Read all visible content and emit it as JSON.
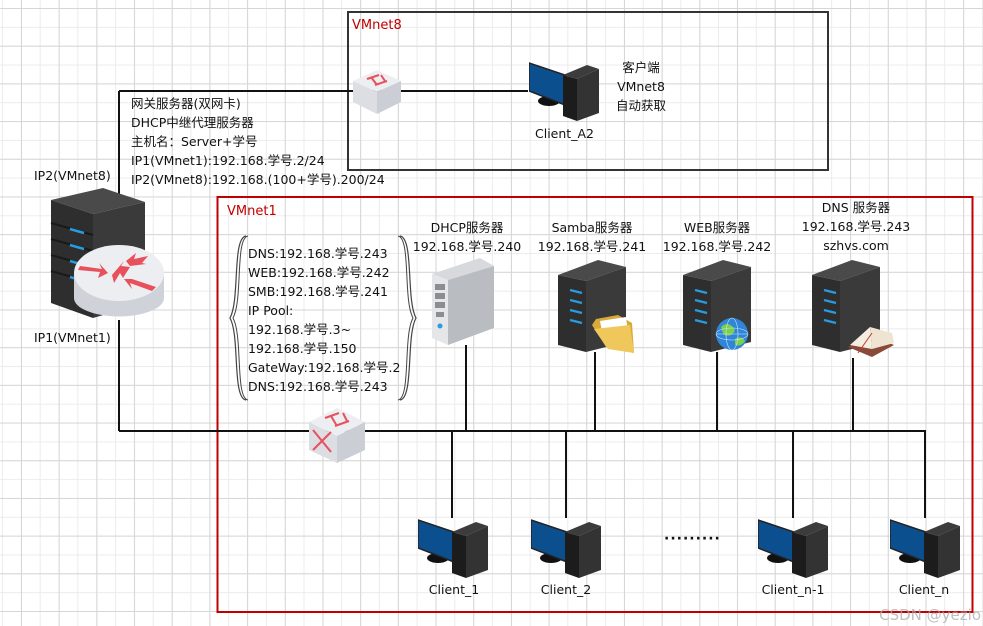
{
  "zones": {
    "vmnet8": {
      "label": "VMnet8",
      "border_color": "#333333",
      "label_color": "#c00000"
    },
    "vmnet1": {
      "label": "VMnet1",
      "border_color": "#c00000",
      "label_color": "#c00000"
    }
  },
  "gateway": {
    "lines": [
      "网关服务器(双网卡)",
      "DHCP中继代理服务器",
      "主机名：Server+学号",
      "IP1(VMnet1):192.168.学号.2/24",
      "IP2(VMnet8):192.168.(100+学号).200/24"
    ],
    "ip2_label": "IP2(VMnet8)",
    "ip1_label": "IP1(VMnet1)"
  },
  "client_a2": {
    "name": "Client_A2",
    "note": [
      "客户端",
      "VMnet8",
      "自动获取"
    ]
  },
  "dhcp_config": {
    "lines": [
      "DNS:192.168.学号.243",
      "WEB:192.168.学号.242",
      "SMB:192.168.学号.241",
      "IP Pool:",
      "192.168.学号.3~",
      "192.168.学号.150",
      "GateWay:192.168.学号.2",
      "DNS:192.168.学号.243"
    ]
  },
  "servers": [
    {
      "title": "DHCP服务器",
      "ip": "192.168.学号.240",
      "icon": "dhcp-server-icon"
    },
    {
      "title": "Samba服务器",
      "ip": "192.168.学号.241",
      "icon": "samba-server-icon"
    },
    {
      "title": "WEB服务器",
      "ip": "192.168.学号.242",
      "icon": "web-server-icon"
    },
    {
      "title": "DNS 服务器",
      "ip": "192.168.学号.243",
      "domain": "szhvs.com",
      "icon": "dns-server-icon"
    }
  ],
  "clients": [
    {
      "name": "Client_1"
    },
    {
      "name": "Client_2"
    },
    {
      "name": "Client_n-1"
    },
    {
      "name": "Client_n"
    }
  ],
  "ellipsis": "·········",
  "watermark": "CSDN @yezio",
  "colors": {
    "line": "#111111",
    "vmnet1_border": "#c00000",
    "vmnet8_border": "#333333",
    "monitor_blue": "#0b4f8f",
    "led_blue": "#2a9be0",
    "arrow_red": "#e8505b"
  }
}
